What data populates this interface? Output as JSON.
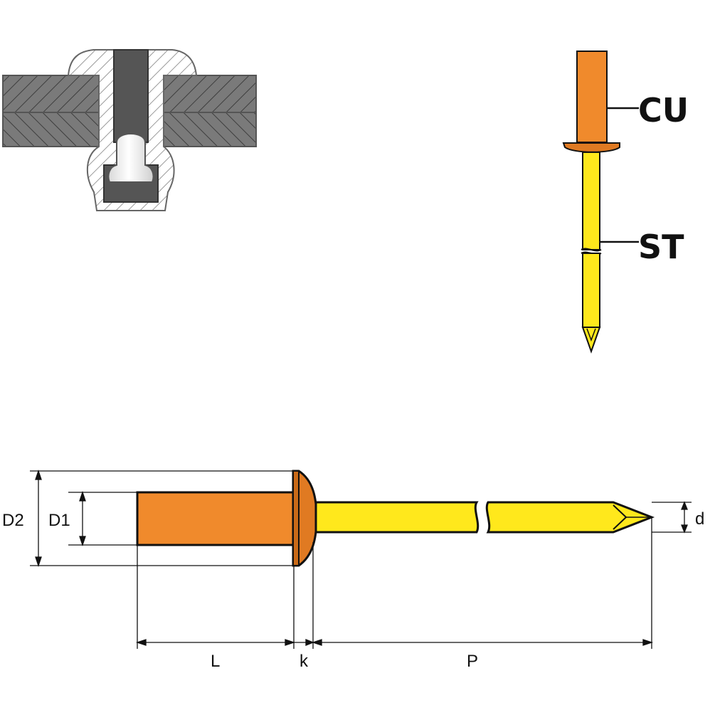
{
  "labels": {
    "body_material": "CU",
    "mandrel_material": "ST"
  },
  "dimensions": {
    "D2": "D2",
    "D1": "D1",
    "d": "d",
    "L": "L",
    "k": "k",
    "P": "P"
  },
  "colors": {
    "copper": "#f08a2c",
    "copper_dark": "#c96a18",
    "steel": "#ffe81c",
    "plate": "#7a7a7a",
    "plate_dark": "#555555",
    "outline": "#111111"
  }
}
